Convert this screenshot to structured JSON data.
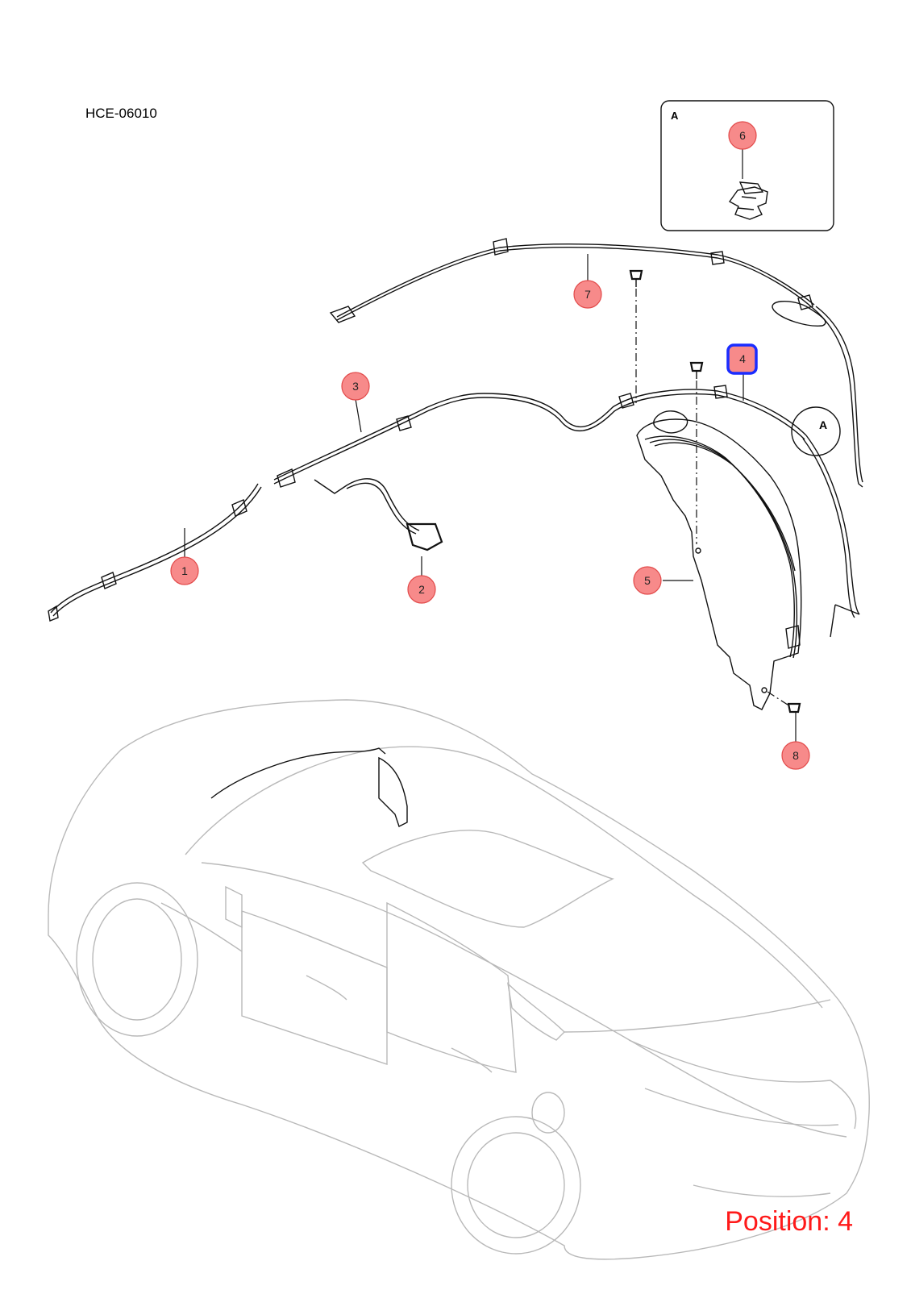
{
  "diagram_code": "HCE-06010",
  "position_text": "Position: 4",
  "detail_label": "A",
  "detail_circle_label": "A",
  "callouts": [
    {
      "num": "1",
      "selected": false
    },
    {
      "num": "2",
      "selected": false
    },
    {
      "num": "3",
      "selected": false
    },
    {
      "num": "4",
      "selected": true
    },
    {
      "num": "5",
      "selected": false
    },
    {
      "num": "6",
      "selected": false
    },
    {
      "num": "7",
      "selected": false
    },
    {
      "num": "8",
      "selected": false
    }
  ],
  "colors": {
    "callout_fill": "#f78a8a",
    "callout_stroke": "#e24a4a",
    "selected_stroke": "#1a2cff",
    "position_text": "#ff1a1a",
    "car_outline": "#b9b9b9"
  }
}
